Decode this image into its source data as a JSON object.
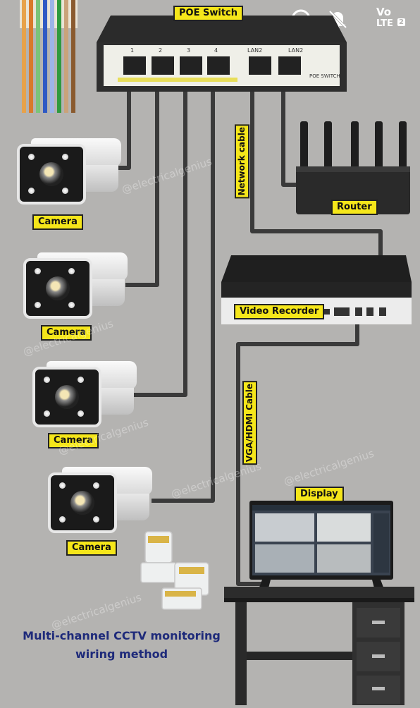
{
  "status_bar": {
    "icons": [
      "headphones-icon",
      "muted-bell-icon"
    ],
    "network_label": "Vo",
    "network_sub": "LTE",
    "sim_number": "2"
  },
  "switch": {
    "title": "POE Switch",
    "port_labels": [
      "1",
      "2",
      "3",
      "4",
      "LAN2",
      "LAN2"
    ],
    "brand": "POE SWITCH"
  },
  "labels": {
    "network_cable": "Network cable",
    "router": "Router",
    "video_recorder": "Video Recorder",
    "vga_cable": "VGA/HDMI Cable",
    "display": "Display",
    "cameras": [
      "Camera",
      "Camera",
      "Camera",
      "Camera"
    ]
  },
  "watermark_text": "@electricalgenius",
  "caption": {
    "line1": "Multi-channel CCTV monitoring",
    "line2": "wiring method"
  },
  "colors": {
    "background": "#b4b3b1",
    "label_fill": "#f5e61a",
    "cable": "#3a3a3a",
    "caption_text": "#1e2a7a"
  }
}
